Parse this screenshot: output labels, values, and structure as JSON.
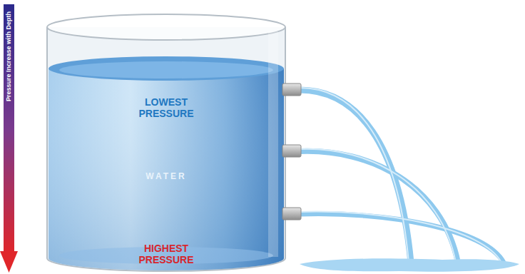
{
  "diagram": {
    "nodes": [
      {
        "text": [
          "LOWEST PRESSURE",
          "WATER",
          "HIGHEST PRESSURE"
        ]
      }
    ],
    "labels": [
      "Pressure Increase with Depth"
    ]
  }
}
